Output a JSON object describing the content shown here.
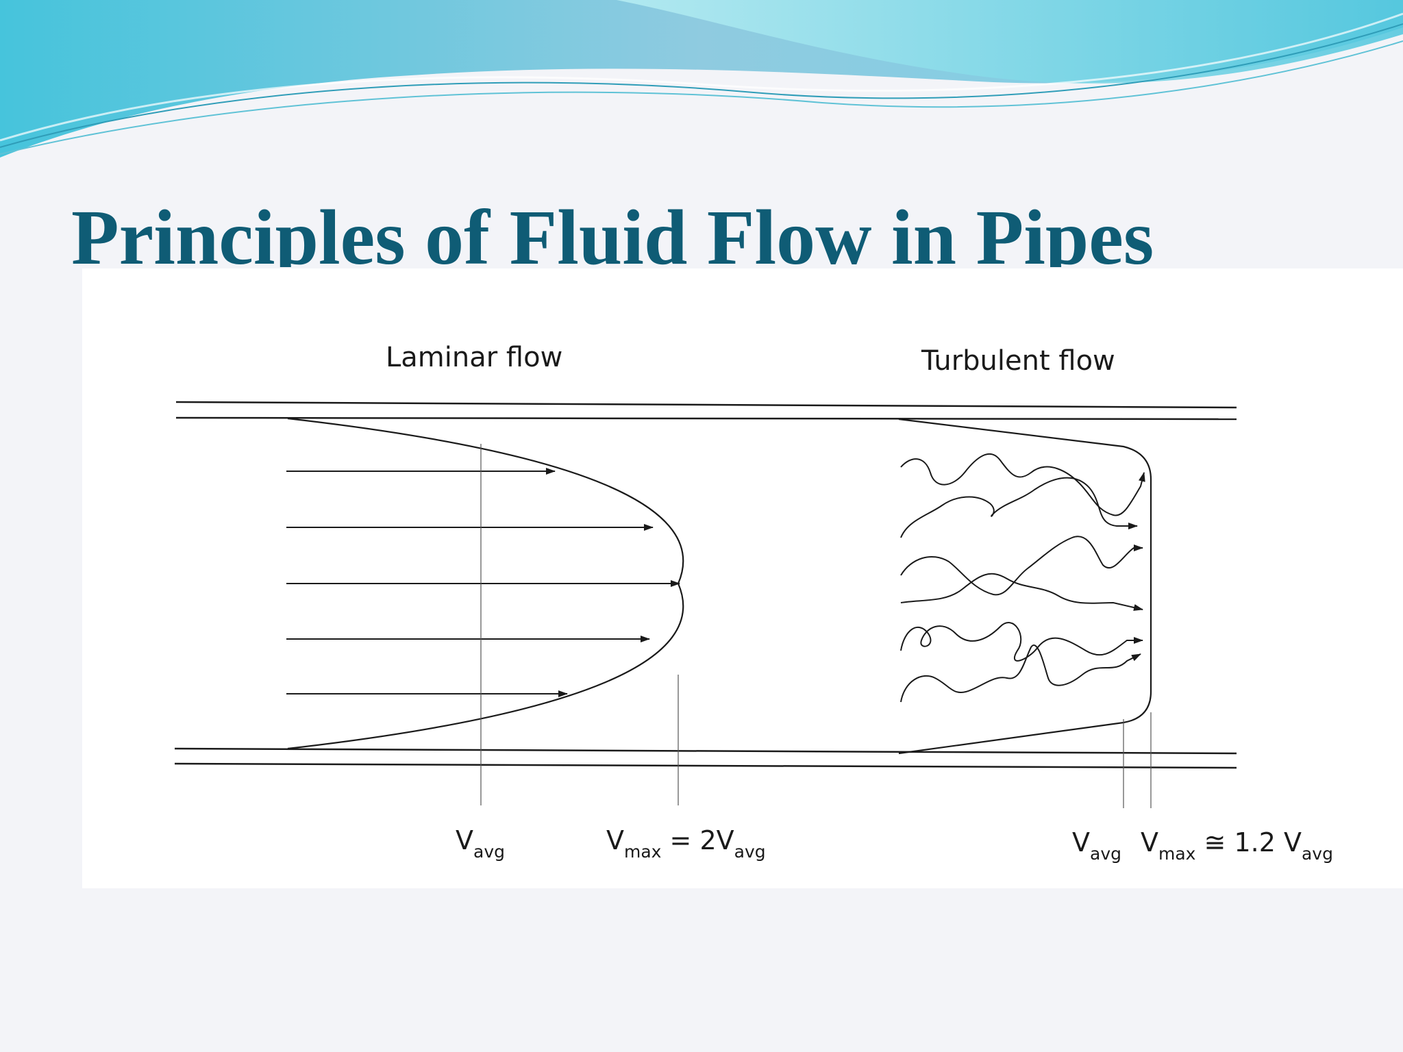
{
  "slide": {
    "title": "Principles of Fluid Flow in Pipes"
  },
  "diagram": {
    "laminar": {
      "heading": "Laminar flow",
      "vavg_main": "V",
      "vavg_sub": "avg",
      "vmax_main": "V",
      "vmax_sub": "max",
      "vmax_eq": " = 2V",
      "vmax_eq_sub": "avg"
    },
    "turbulent": {
      "heading": "Turbulent flow",
      "vavg_main": "V",
      "vavg_sub": "avg",
      "vmax_main": "V",
      "vmax_sub": "max",
      "vmax_eq": " ≅ 1.2 V",
      "vmax_eq_sub": "avg"
    }
  },
  "colors": {
    "title": "#0f5c75",
    "wave_dark": "#3fb6d2",
    "wave_light": "#a8e3ec",
    "line": "#1a1a1a"
  }
}
